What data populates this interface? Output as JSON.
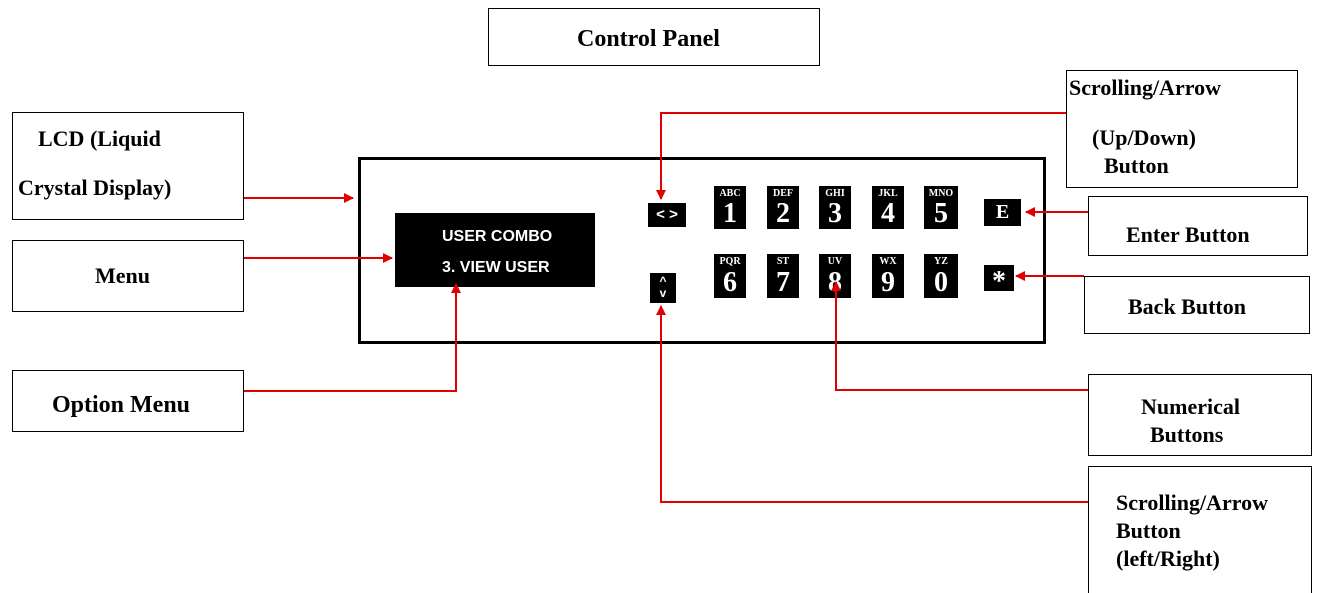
{
  "title": "Control Panel",
  "labels": {
    "lcd_line1": "LCD (Liquid",
    "lcd_line2": "Crystal Display)",
    "menu": "Menu",
    "option_menu": "Option Menu",
    "scroll_updown_line1": "Scrolling/Arrow",
    "scroll_updown_line2": "(Up/Down)",
    "scroll_updown_line3": "Button",
    "enter": "Enter Button",
    "back": "Back Button",
    "numerical_line1": "Numerical",
    "numerical_line2": "Buttons",
    "scroll_lr_line1": "Scrolling/Arrow",
    "scroll_lr_line2": "Button",
    "scroll_lr_line3": "(left/Right)"
  },
  "lcd": {
    "line1": "USER COMBO",
    "line2": "3. VIEW USER"
  },
  "keys": [
    {
      "letters": "ABC",
      "digit": "1"
    },
    {
      "letters": "DEF",
      "digit": "2"
    },
    {
      "letters": "GHI",
      "digit": "3"
    },
    {
      "letters": "JKL",
      "digit": "4"
    },
    {
      "letters": "MNO",
      "digit": "5"
    },
    {
      "letters": "PQR",
      "digit": "6"
    },
    {
      "letters": "ST",
      "digit": "7"
    },
    {
      "letters": "UV",
      "digit": "8"
    },
    {
      "letters": "WX",
      "digit": "9"
    },
    {
      "letters": "YZ",
      "digit": "0"
    }
  ],
  "buttons": {
    "left_right": "< >",
    "up_down_up": "^",
    "up_down_down": "v",
    "enter": "E",
    "back": "*"
  },
  "colors": {
    "arrow": "#e00000",
    "key": "#000000"
  }
}
